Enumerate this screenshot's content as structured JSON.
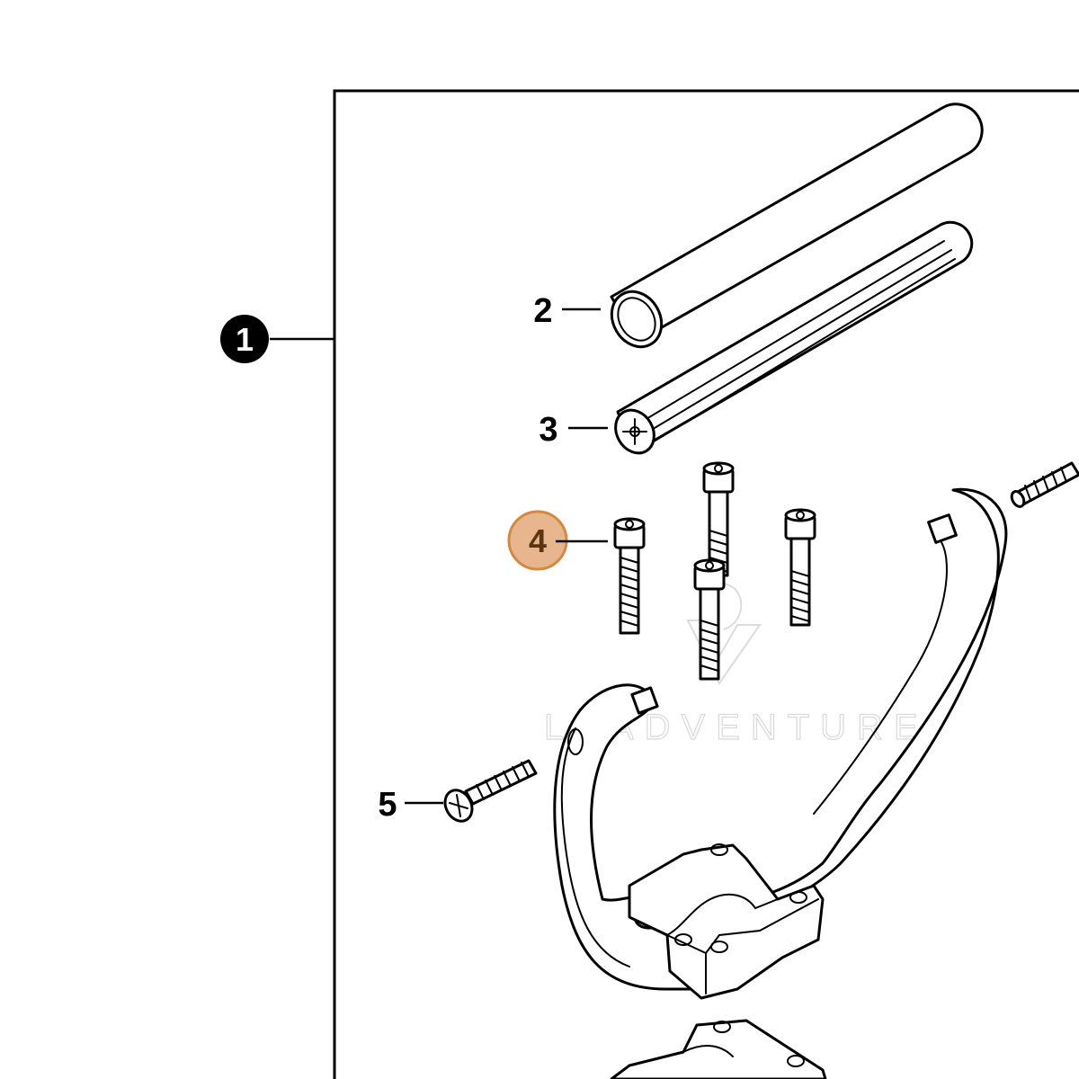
{
  "callouts": {
    "c1": "1",
    "c2": "2",
    "c3": "3",
    "c4": "4",
    "c5": "5"
  },
  "watermark": {
    "text": "LEADVENTURE"
  },
  "colors": {
    "line": "#000000",
    "highlight_fill": "#e8b68e",
    "highlight_ring": "#d4893f",
    "highlight_text": "#5a3510",
    "watermark": "#d9d9d9"
  }
}
